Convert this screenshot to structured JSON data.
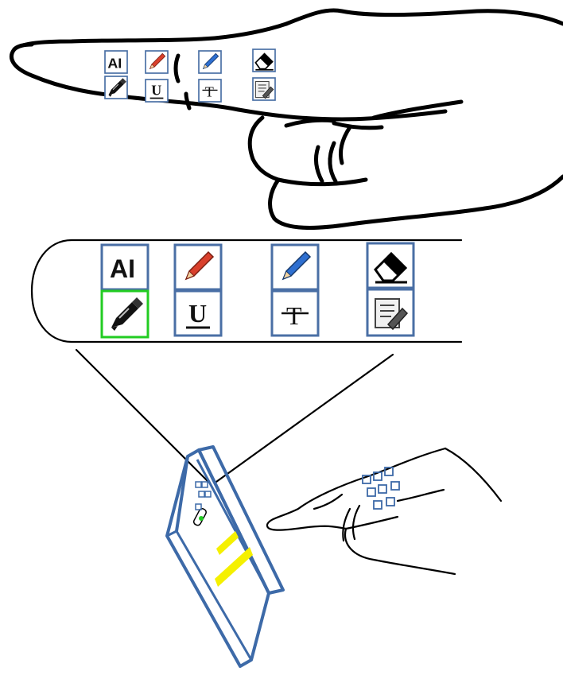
{
  "colors": {
    "ink": "#000000",
    "tile_border": "#4a6fa5",
    "selected_border": "#22cc22",
    "red_pencil": "#d9402c",
    "blue_pencil": "#2e6fd0",
    "device": "#3d6aa8",
    "highlight": "#f5f000"
  },
  "tools": [
    {
      "name": "text-select-tool",
      "icon": "text-cursor-icon",
      "glyph": "AI",
      "selected": false
    },
    {
      "name": "red-pencil-tool",
      "icon": "red-pencil-icon",
      "selected": false
    },
    {
      "name": "blue-pencil-tool",
      "icon": "blue-pencil-icon",
      "selected": false
    },
    {
      "name": "eraser-tool",
      "icon": "eraser-icon",
      "selected": false
    },
    {
      "name": "highlighter-tool",
      "icon": "highlighter-icon",
      "selected": true
    },
    {
      "name": "underline-tool",
      "icon": "underline-icon",
      "glyph": "U",
      "selected": false
    },
    {
      "name": "strikethrough-tool",
      "icon": "strikethrough-icon",
      "glyph": "T",
      "selected": false
    },
    {
      "name": "notes-tool",
      "icon": "notes-icon",
      "selected": false
    }
  ]
}
